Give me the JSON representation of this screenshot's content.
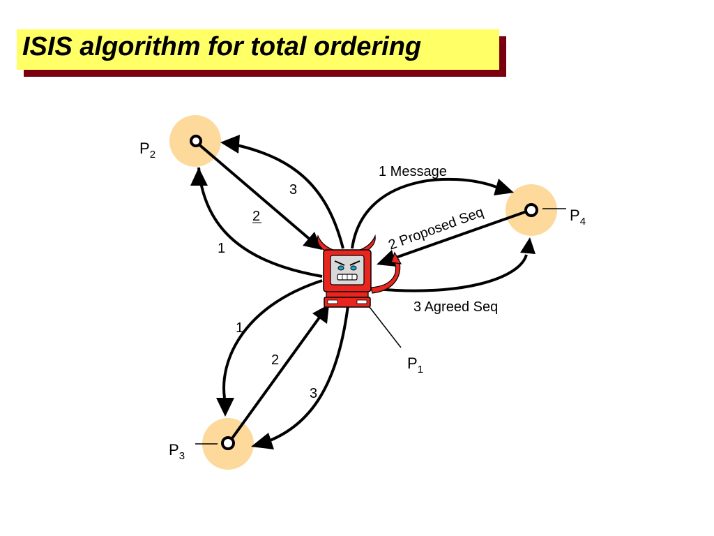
{
  "title": "ISIS algorithm for total ordering",
  "colors": {
    "title_bg": "#ffff66",
    "title_shadow": "#7a0010",
    "node_halo": "#fdd99b",
    "computer_red": "#e8251e"
  },
  "icons": {
    "p1_node": "devil-computer-icon"
  },
  "nodes": {
    "p1": {
      "name": "P",
      "sub": "1"
    },
    "p2": {
      "name": "P",
      "sub": "2"
    },
    "p3": {
      "name": "P",
      "sub": "3"
    },
    "p4": {
      "name": "P",
      "sub": "4"
    }
  },
  "edges": {
    "p2_send": "1",
    "p2_propose": "2",
    "p2_agree": "3",
    "p3_send": "1",
    "p3_propose": "2",
    "p3_agree": "3",
    "p4_send": "1 Message",
    "p4_propose": "2 Proposed Seq",
    "p4_agree": "3 Agreed Seq"
  }
}
